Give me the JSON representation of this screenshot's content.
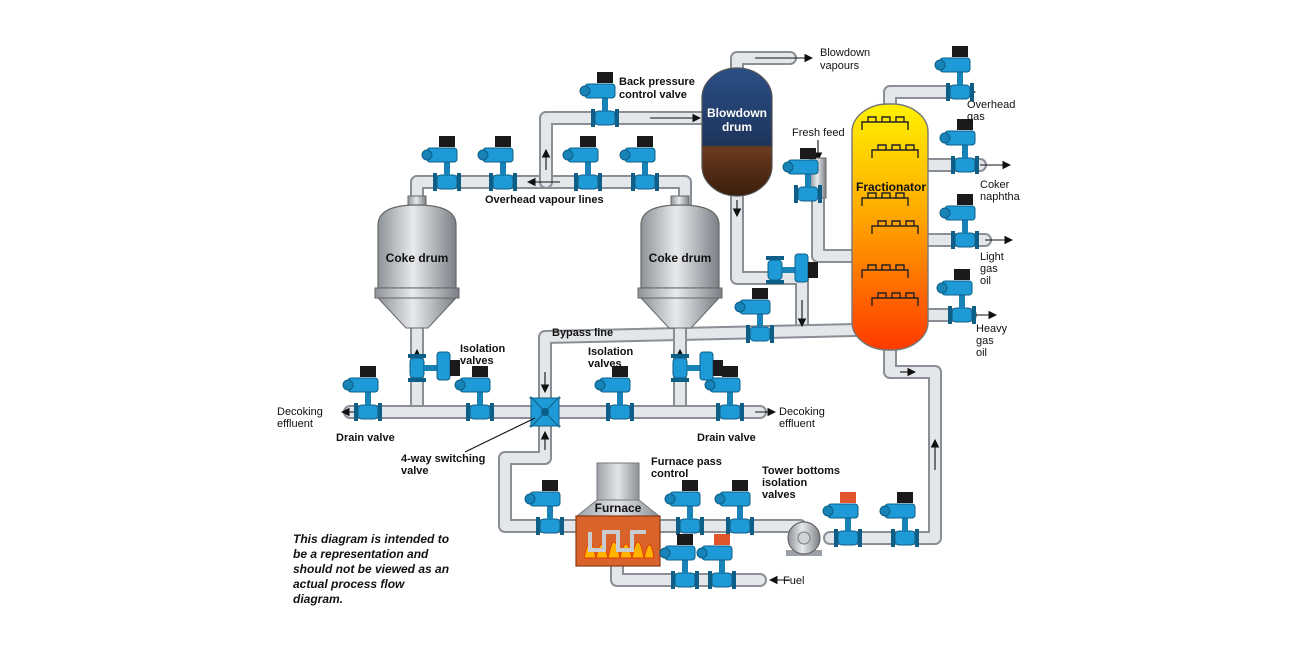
{
  "colors": {
    "valve_blue": "#1e9ad6",
    "actuator_black": "#1a1a1a",
    "actuator_orange": "#e0552b",
    "pipe_grey": "#c9cdd2",
    "furnace_orange": "#e06a2a",
    "blowdown_navy": "#1f3c66"
  },
  "vessels": {
    "blowdown_drum": "Blowdown drum",
    "coke_drum_left": "Coke drum",
    "coke_drum_right": "Coke drum",
    "fractionator": "Fractionator",
    "furnace": "Furnace"
  },
  "labels": {
    "blowdown_vapours": "Blowdown vapours",
    "back_pressure_valve": "Back pressure control valve",
    "overhead_vapour_lines": "Overhead vapour lines",
    "fresh_feed": "Fresh feed",
    "overhead_gas": "Overhead gas",
    "coker_naphtha": "Coker naphtha",
    "light_gas_oil": "Light gas oil",
    "heavy_gas_oil": "Heavy gas oil",
    "bypass_line": "Bypass line",
    "isolation_valves_left": "Isolation valves",
    "isolation_valves_right": "Isolation valves",
    "decoking_effluent_left": "Decoking effluent",
    "decoking_effluent_right": "Decoking effluent",
    "drain_valve_left": "Drain valve",
    "drain_valve_right": "Drain valve",
    "switching_valve": "4-way switching valve",
    "furnace_pass_control": "Furnace pass control",
    "tower_bottoms_isolation": "Tower bottoms isolation valves",
    "fuel": "Fuel"
  },
  "disclaimer": "This diagram is intended to be a representation and should not be viewed as an actual process flow diagram."
}
